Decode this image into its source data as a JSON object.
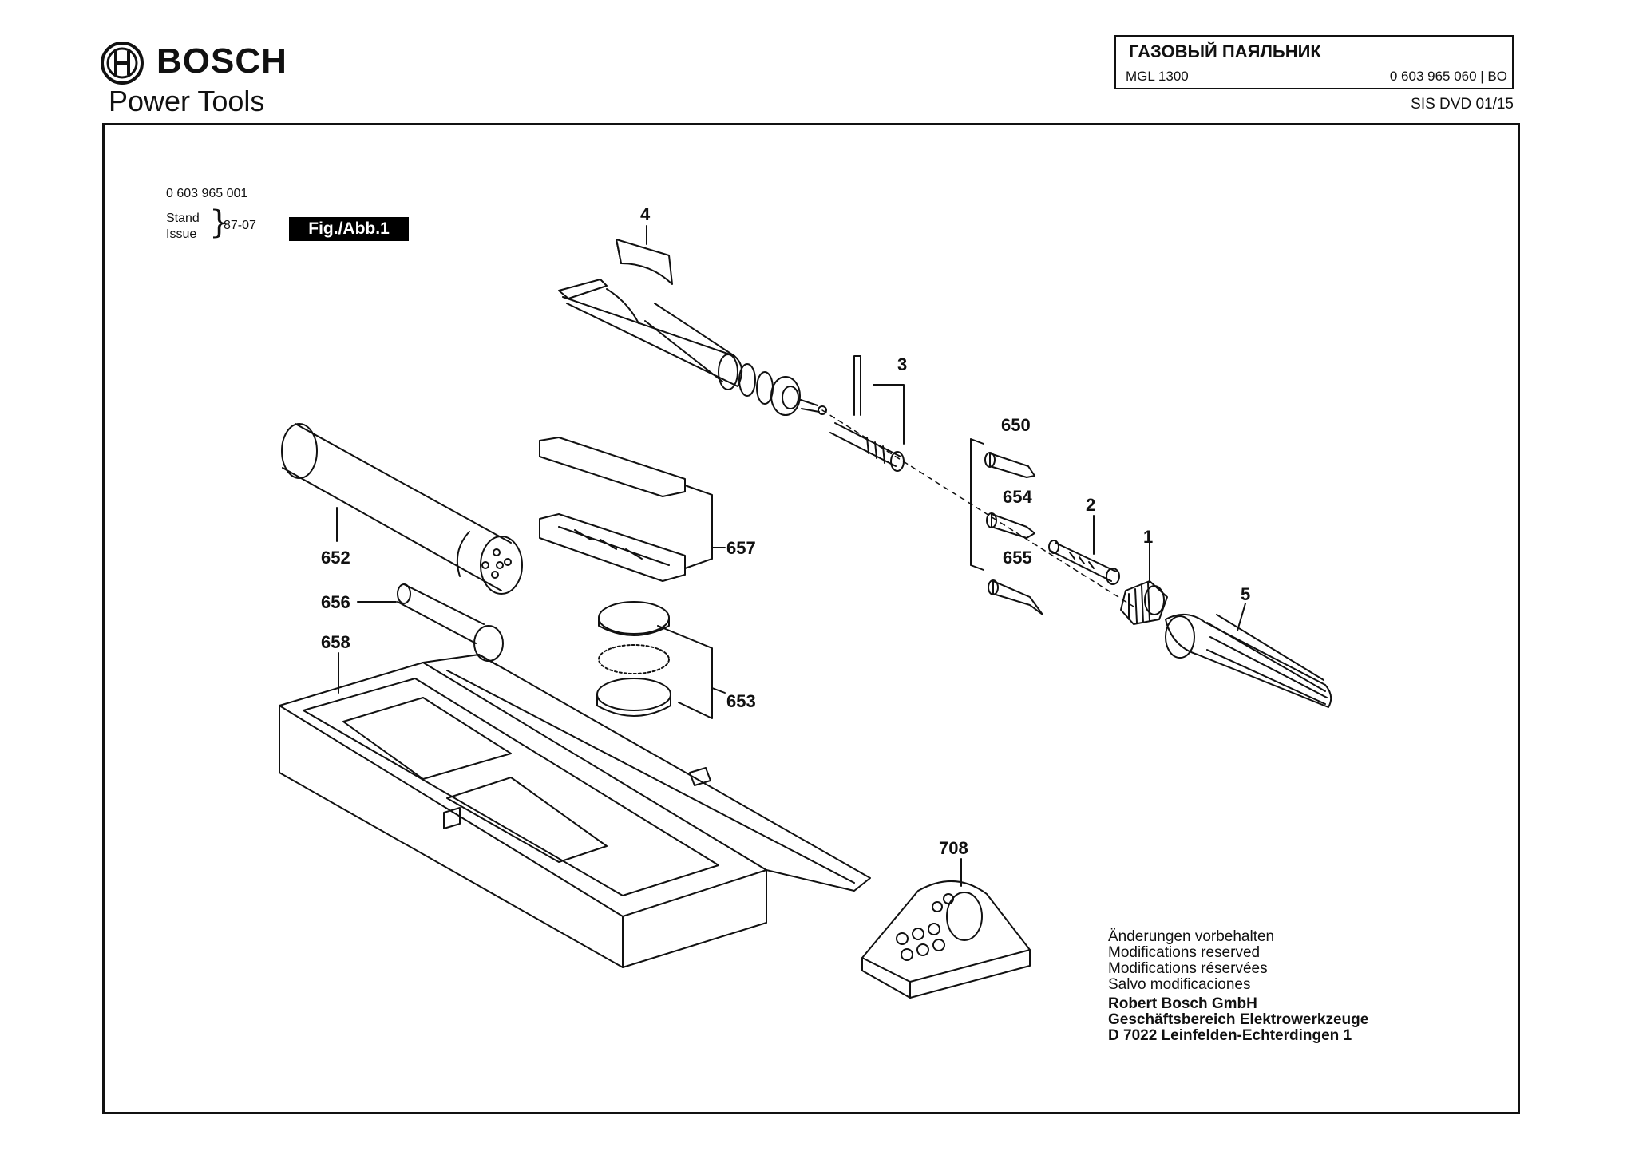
{
  "header": {
    "brand_name": "BOSCH",
    "brand_sub": "Power Tools",
    "title": "ГАЗОВЫЙ ПАЯЛЬНИК",
    "model": "MGL 1300",
    "part_number": "0 603 965 060 | BO",
    "issue": "SIS DVD 01/15"
  },
  "drawing": {
    "reference_number": "0 603 965 001",
    "stand_label": "Stand",
    "issue_label": "Issue",
    "stand_value": "87-07",
    "figure_tag": "Fig./Abb.1",
    "callouts": [
      "4",
      "3",
      "650",
      "654",
      "2",
      "1",
      "655",
      "5",
      "652",
      "656",
      "658",
      "657",
      "653",
      "708"
    ]
  },
  "notes": {
    "line1": "Änderungen vorbehalten",
    "line2": "Modifications reserved",
    "line3": "Modifications réservées",
    "line4": "Salvo modificaciones",
    "company": "Robert Bosch GmbH",
    "division": "Geschäftsbereich Elektrowerkzeuge",
    "address": "D 7022 Leinfelden-Echterdingen 1"
  },
  "colors": {
    "ink": "#111111",
    "paper": "#ffffff",
    "tag_background": "#000000"
  }
}
